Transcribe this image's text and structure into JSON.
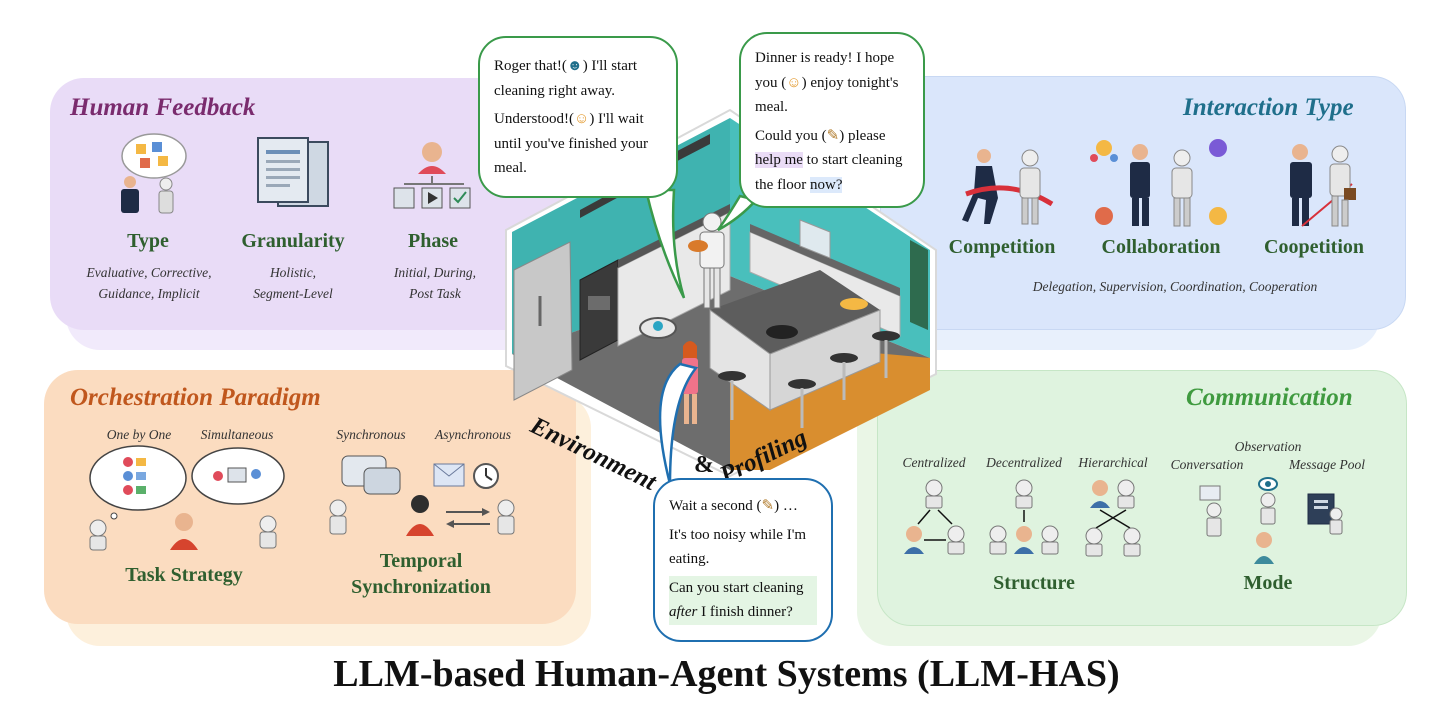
{
  "main_title": "LLM-based Human-Agent Systems (LLM-HAS)",
  "human_feedback": {
    "title": "Human Feedback",
    "type_label": "Type",
    "type_items_1": "Evaluative, Corrective,",
    "type_items_2": "Guidance, Implicit",
    "granularity_label": "Granularity",
    "granularity_items_1": "Holistic,",
    "granularity_items_2": "Segment-Level",
    "phase_label": "Phase",
    "phase_items_1": "Initial, During,",
    "phase_items_2": "Post Task"
  },
  "interaction_type": {
    "title": "Interaction Type",
    "competition": "Competition",
    "collaboration": "Collaboration",
    "coopetition": "Coopetition",
    "subtypes": "Delegation, Supervision, Coordination, Cooperation"
  },
  "orchestration": {
    "title": "Orchestration Paradigm",
    "one_by_one": "One by One",
    "simultaneous": "Simultaneous",
    "synchronous": "Synchronous",
    "asynchronous": "Asynchronous",
    "task_strategy": "Task Strategy",
    "temporal_1": "Temporal",
    "temporal_2": "Synchronization"
  },
  "communication": {
    "title": "Communication",
    "centralized": "Centralized",
    "decentralized": "Decentralized",
    "hierarchical": "Hierarchical",
    "conversation": "Conversation",
    "observation": "Observation",
    "message_pool": "Message Pool",
    "structure": "Structure",
    "mode": "Mode"
  },
  "center": {
    "environment": "Environment",
    "amp": "&",
    "profiling": "Profiling"
  },
  "bubbles": {
    "robot_1": "Roger that!(",
    "robot_2": ") I'll start cleaning right away.",
    "robot_3": "Understood!(",
    "robot_4": ") I'll wait until you've finished your meal.",
    "dinner_1": "Dinner is ready! I hope you (",
    "dinner_2": ") enjoy tonight's meal.",
    "dinner_3": "Could you (",
    "dinner_4": ") please",
    "dinner_help": "help me",
    "dinner_5": " to start cleaning the floor ",
    "dinner_now": "now?",
    "wait_1": "Wait a second (",
    "wait_2": ") …",
    "wait_3": "It's too noisy while I'm eating.",
    "wait_4": "Can you start cleaning",
    "wait_after": "after",
    "wait_5": " I finish dinner?"
  },
  "colors": {
    "human_feedback": "#7a2b6e",
    "interaction_type": "#1f6f8b",
    "orchestration": "#c0571d",
    "communication": "#3f9a3f",
    "label_green": "#2f5f2f"
  }
}
